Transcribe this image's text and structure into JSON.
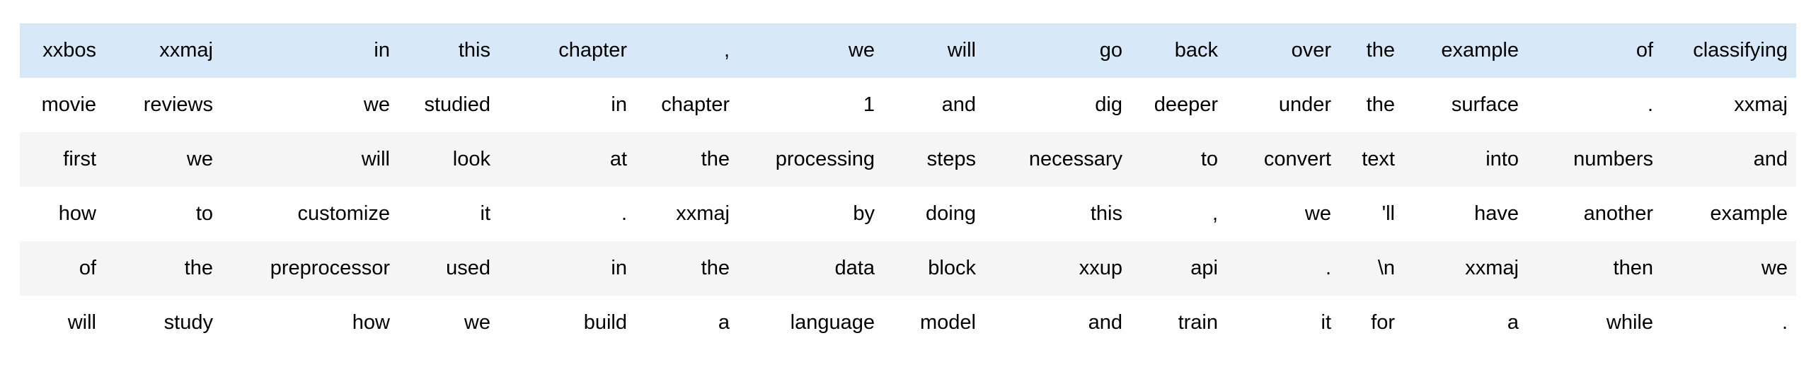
{
  "colors": {
    "highlight_row_bg": "#d7e9f8",
    "stripe_row_bg": "#f5f5f5",
    "plain_row_bg": "#ffffff",
    "text": "#000000"
  },
  "grid": {
    "rows": [
      {
        "highlighted": true,
        "tokens": [
          "xxbos",
          "xxmaj",
          "in",
          "this",
          "chapter",
          ",",
          "we",
          "will",
          "go",
          "back",
          "over",
          "the",
          "example",
          "of",
          "classifying"
        ]
      },
      {
        "highlighted": false,
        "tokens": [
          "movie",
          "reviews",
          "we",
          "studied",
          "in",
          "chapter",
          "1",
          "and",
          "dig",
          "deeper",
          "under",
          "the",
          "surface",
          ".",
          "xxmaj"
        ]
      },
      {
        "highlighted": false,
        "tokens": [
          "first",
          "we",
          "will",
          "look",
          "at",
          "the",
          "processing",
          "steps",
          "necessary",
          "to",
          "convert",
          "text",
          "into",
          "numbers",
          "and"
        ]
      },
      {
        "highlighted": false,
        "tokens": [
          "how",
          "to",
          "customize",
          "it",
          ".",
          "xxmaj",
          "by",
          "doing",
          "this",
          ",",
          "we",
          "'ll",
          "have",
          "another",
          "example"
        ]
      },
      {
        "highlighted": false,
        "tokens": [
          "of",
          "the",
          "preprocessor",
          "used",
          "in",
          "the",
          "data",
          "block",
          "xxup",
          "api",
          ".",
          "\\n",
          "xxmaj",
          "then",
          "we"
        ]
      },
      {
        "highlighted": false,
        "tokens": [
          "will",
          "study",
          "how",
          "we",
          "build",
          "a",
          "language",
          "model",
          "and",
          "train",
          "it",
          "for",
          "a",
          "while",
          "."
        ]
      }
    ]
  }
}
